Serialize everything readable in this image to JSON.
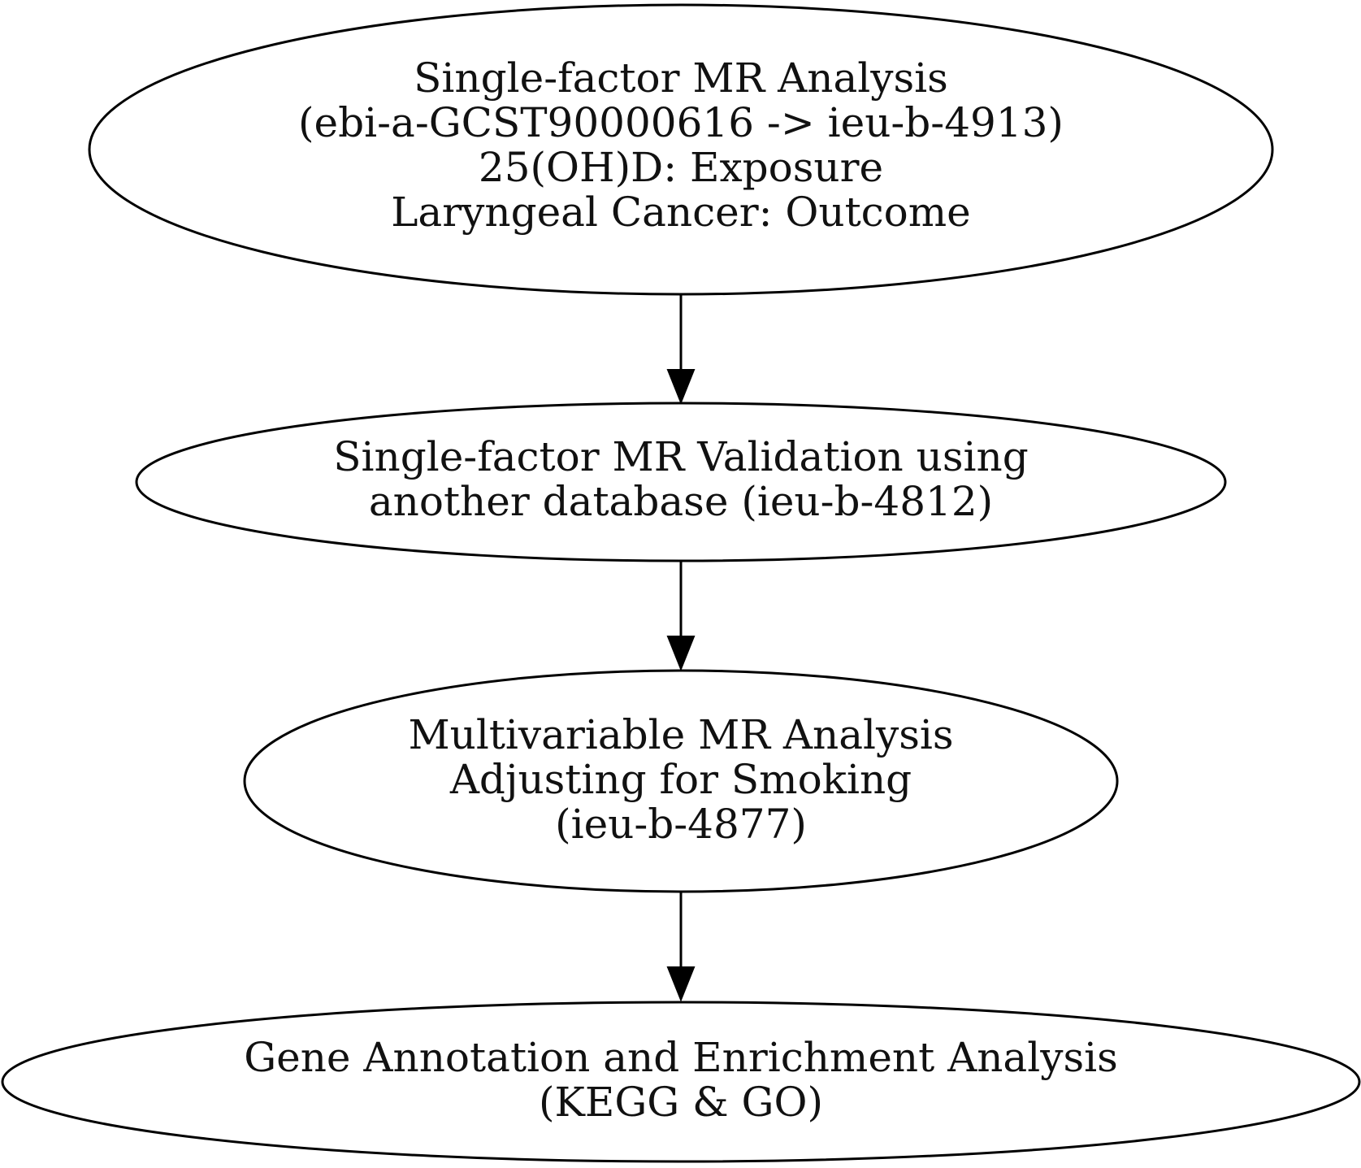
{
  "diagram": {
    "type": "flowchart",
    "direction": "top-to-bottom",
    "colors": {
      "stroke": "#000000",
      "fill": "#ffffff",
      "text": "#111111"
    },
    "nodes": [
      {
        "id": "single-factor-mr-analysis",
        "shape": "ellipse",
        "lines": [
          "Single-factor MR Analysis",
          "(ebi-a-GCST90000616 -> ieu-b-4913)",
          "25(OH)D: Exposure",
          "Laryngeal Cancer: Outcome"
        ]
      },
      {
        "id": "single-factor-mr-validation",
        "shape": "ellipse",
        "lines": [
          "Single-factor MR Validation using",
          "another database (ieu-b-4812)"
        ]
      },
      {
        "id": "multivariable-mr-analysis",
        "shape": "ellipse",
        "lines": [
          "Multivariable MR Analysis",
          "Adjusting for Smoking",
          "(ieu-b-4877)"
        ]
      },
      {
        "id": "gene-annotation-enrichment",
        "shape": "ellipse",
        "lines": [
          "Gene Annotation and Enrichment Analysis",
          "(KEGG & GO)"
        ]
      }
    ],
    "edges": [
      {
        "from": "single-factor-mr-analysis",
        "to": "single-factor-mr-validation"
      },
      {
        "from": "single-factor-mr-validation",
        "to": "multivariable-mr-analysis"
      },
      {
        "from": "multivariable-mr-analysis",
        "to": "gene-annotation-enrichment"
      }
    ]
  }
}
